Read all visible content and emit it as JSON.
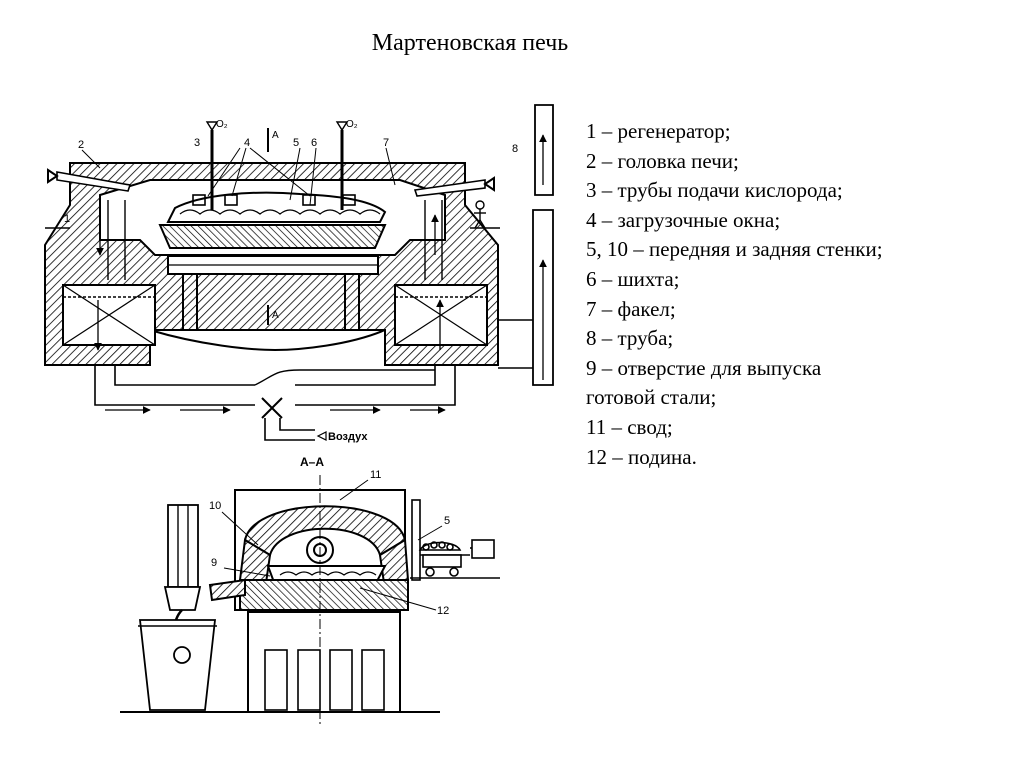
{
  "title": "Мартеновская печь",
  "legend": [
    "1 – регенератор;",
    "2 – головка печи;",
    "3 – трубы подачи кислорода;",
    "4 – загрузочные окна;",
    "5, 10 – передняя и задняя стенки;",
    "6 – шихта;",
    "7 – факел;",
    "8 – труба;",
    "9 – отверстие для выпуска",
    "готовой стали;",
    "11 – свод;",
    "12 – подина."
  ],
  "drawing_labels": {
    "n1": "1",
    "n2": "2",
    "n3": "3",
    "n4": "4",
    "n5": "5",
    "n6": "6",
    "n7": "7",
    "n8": "8",
    "n9": "9",
    "n10": "10",
    "n11": "11",
    "n12": "12",
    "n5b": "5",
    "o2_left": "O₂",
    "o2_right": "O₂",
    "a_top": "A",
    "a_bottom": "A",
    "air": "Воздух",
    "section": "А–А"
  }
}
